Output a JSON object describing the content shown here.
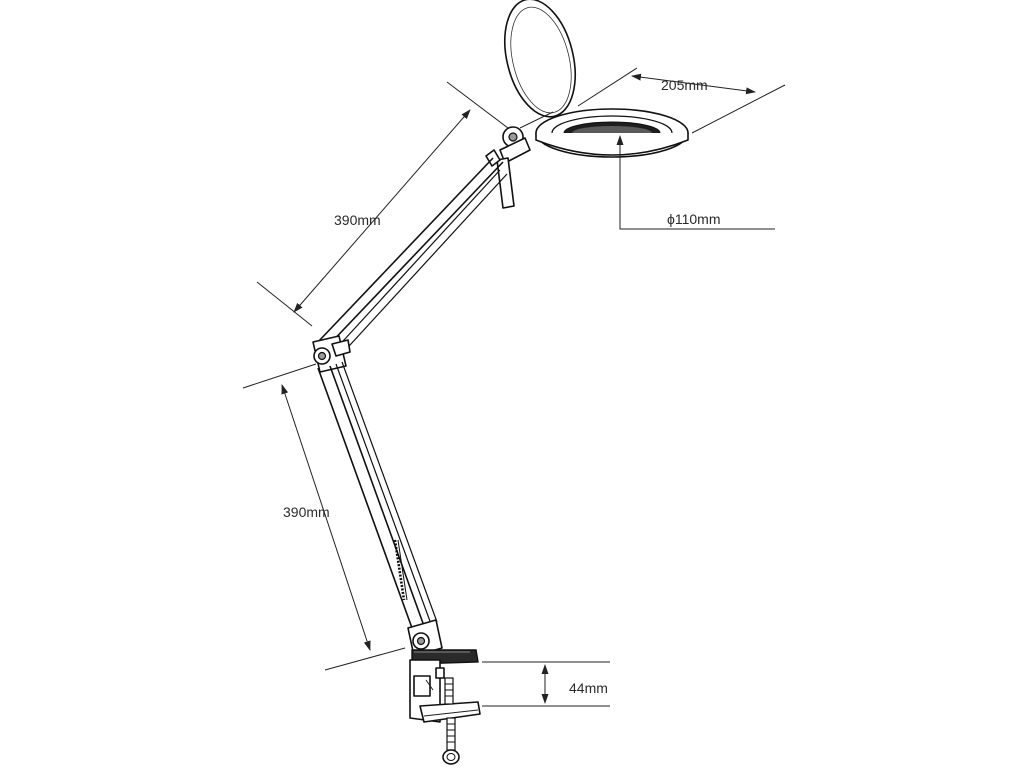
{
  "dimensions": {
    "head_width": "205mm",
    "upper_arm": "390mm",
    "lens_diameter": "ϕ110mm",
    "lower_arm": "390mm",
    "clamp_opening": "44mm"
  }
}
